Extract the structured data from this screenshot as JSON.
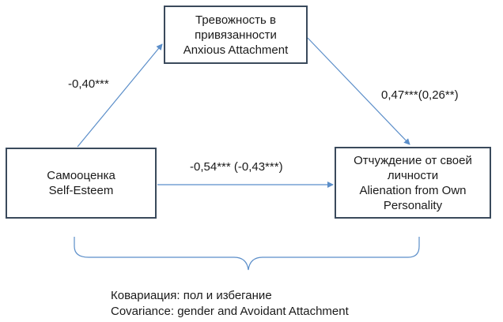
{
  "nodes": {
    "anxious": {
      "line1": "Тревожность в",
      "line2": "привязанности",
      "line3": "Anxious Attachment"
    },
    "selfesteem": {
      "line1": "Самооценка",
      "line2": "Self-Esteem"
    },
    "alienation": {
      "line1": "Отчуждение от своей",
      "line2": "личности",
      "line3": "Alienation from Own",
      "line4": "Personality"
    }
  },
  "paths": {
    "a": "-0,40***",
    "b": "0,47***(0,26**)",
    "c": "-0,54*** (-0,43***)"
  },
  "covariance": {
    "ru": "Ковариация: пол и избегание",
    "en": "Covariance: gender and Avoidant Attachment"
  },
  "colors": {
    "arrow": "#5b8ec9",
    "box_border": "#3a4a5c",
    "brace": "#5b8ec9"
  }
}
